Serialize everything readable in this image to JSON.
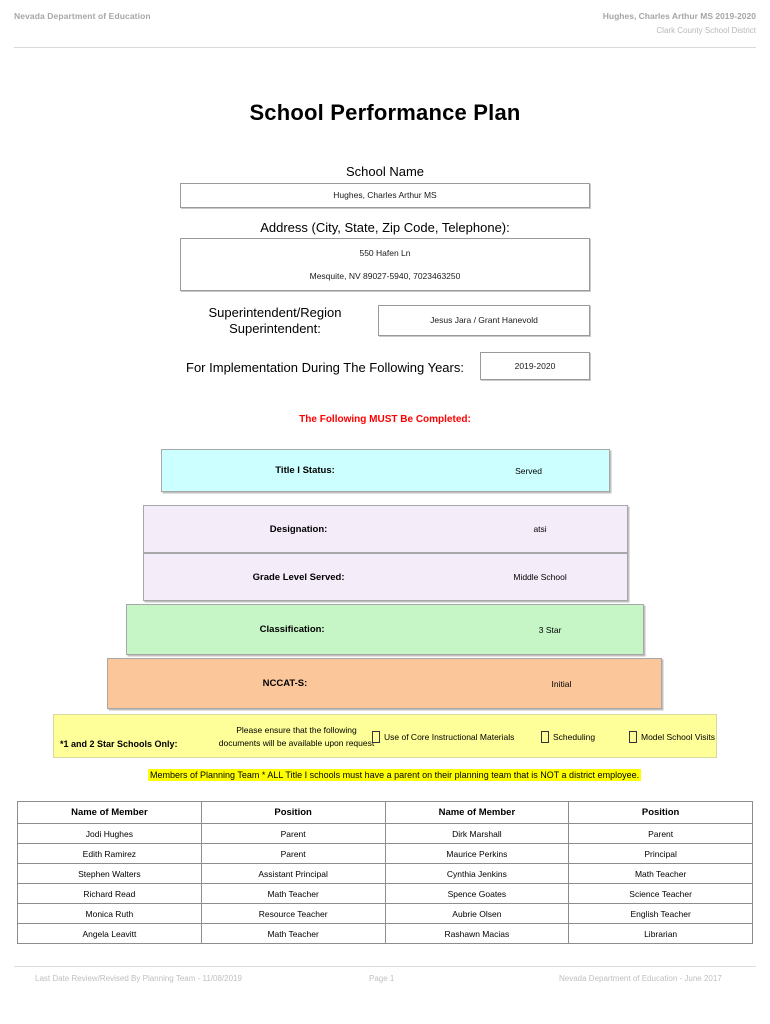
{
  "header": {
    "left": "Nevada Department of Education",
    "right_line1": "Hughes, Charles Arthur MS  2019-2020",
    "right_line2": "Clark County School District"
  },
  "title": "School Performance Plan",
  "fields": {
    "school_name_label": "School Name",
    "school_name_value": "Hughes, Charles Arthur MS",
    "address_label": "Address (City, State, Zip Code, Telephone):",
    "address_line1": "550 Hafen Ln",
    "address_line2": "Mesquite, NV  89027-5940, 7023463250",
    "superintendent_label": "Superintendent/Region Superintendent:",
    "superintendent_value": "Jesus Jara / Grant Hanevold",
    "years_label": "For Implementation During The Following Years:",
    "years_value": "2019-2020"
  },
  "must_complete_notice": "The Following MUST Be Completed:",
  "status_bars": [
    {
      "label": "Title I Status:",
      "value": "Served",
      "color": "#ccffff"
    },
    {
      "label": "Designation:",
      "value": "atsi",
      "color": "#f5ecfa"
    },
    {
      "label": "Grade Level Served:",
      "value": "Middle School",
      "color": "#f5ecfa"
    },
    {
      "label": "Classification:",
      "value": "3 Star",
      "color": "#c6f5c6"
    },
    {
      "label": "NCCAT-S:",
      "value": "Initial",
      "color": "#fbc79a"
    }
  ],
  "star_schools": {
    "title": "*1 and 2 Star Schools Only:",
    "note_line1": "Please ensure that the following",
    "note_line2": "documents will be available upon request",
    "checkboxes": [
      {
        "label": "Use of Core Instructional Materials",
        "checked": false
      },
      {
        "label": "Scheduling",
        "checked": false
      },
      {
        "label": "Model School Visits",
        "checked": false
      }
    ]
  },
  "team_note": "Members of Planning Team * ALL Title I schools must have a parent on their planning team that is NOT a district employee.",
  "members_table": {
    "headers": [
      "Name of Member",
      "Position",
      "Name of Member",
      "Position"
    ],
    "rows": [
      [
        "Jodi Hughes",
        "Parent",
        "Dirk Marshall",
        "Parent"
      ],
      [
        "Edith Ramirez",
        "Parent",
        "Maurice Perkins",
        "Principal"
      ],
      [
        "Stephen Walters",
        "Assistant Principal",
        "Cynthia Jenkins",
        "Math Teacher"
      ],
      [
        "Richard Read",
        "Math Teacher",
        "Spence Goates",
        "Science Teacher"
      ],
      [
        "Monica Ruth",
        "Resource Teacher",
        "Aubrie Olsen",
        "English Teacher"
      ],
      [
        "Angela Leavitt",
        "Math Teacher",
        "Rashawn Macias",
        "Librarian"
      ]
    ]
  },
  "footer": {
    "left": "Last Date Review/Revised By Planning Team - 11/08/2019",
    "center": "Page 1",
    "right": "Nevada Department of Education - June 2017"
  },
  "colors": {
    "notice_red": "#ff0000",
    "highlight_yellow": "#ffff00",
    "band_yellow": "#ffff99"
  }
}
